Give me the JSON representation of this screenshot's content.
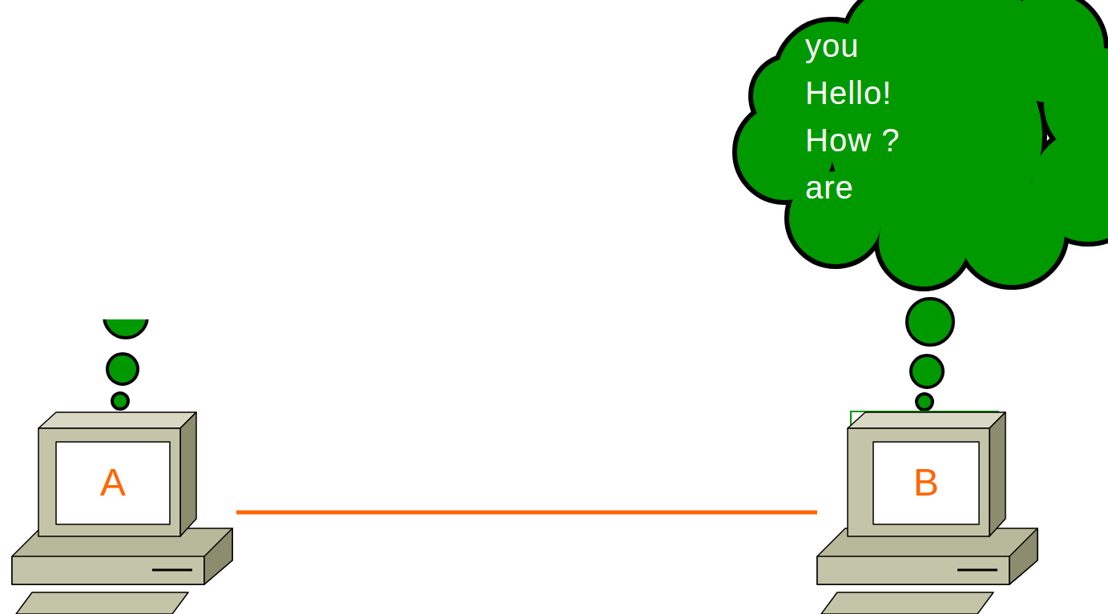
{
  "diagram": {
    "nodes": [
      {
        "text": [
          "you",
          "Hello!",
          "How ?",
          "are"
        ]
      },
      {
        "text": [
          "A"
        ]
      },
      {
        "text": [
          "B"
        ]
      }
    ],
    "edges": [
      {
        "from": 1,
        "to": 2,
        "arrow": "none"
      }
    ]
  }
}
